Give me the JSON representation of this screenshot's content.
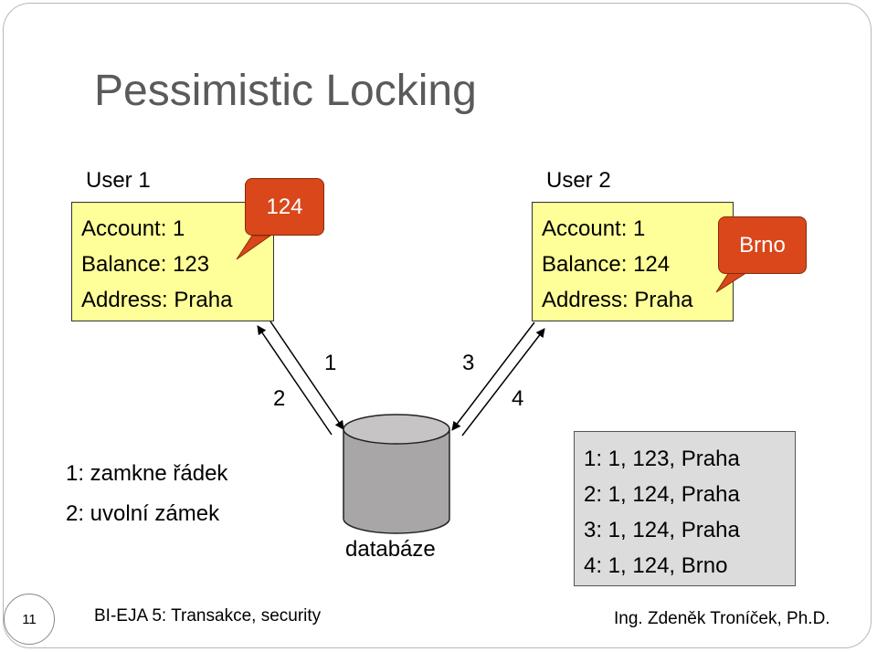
{
  "slide": {
    "title": "Pessimistic Locking",
    "page_number": "11",
    "footer_left": "BI-EJA 5: Transakce, security",
    "footer_right": "Ing. Zdeněk Troníček, Ph.D."
  },
  "user1": {
    "label": "User 1",
    "account": "Account: 1",
    "balance": "Balance: 123",
    "address": "Address: Praha",
    "callout": "124"
  },
  "user2": {
    "label": "User 2",
    "account": "Account: 1",
    "balance": "Balance: 124",
    "address": "Address: Praha",
    "callout": "Brno"
  },
  "steps": {
    "s1": "1",
    "s2": "2",
    "s3": "3",
    "s4": "4"
  },
  "legend": {
    "lock": "1: zamkne řádek",
    "unlock": "2: uvolní zámek"
  },
  "database": {
    "label": "databáze"
  },
  "log": [
    "1: 1, 123, Praha",
    "2: 1, 124, Praha",
    "3: 1, 124, Praha",
    "4: 1, 124, Brno"
  ],
  "colors": {
    "record_fill": "#ffff99",
    "callout_fill": "#d9471a",
    "db_fill": "#a8a6a6",
    "log_fill": "#dcdcdc"
  }
}
